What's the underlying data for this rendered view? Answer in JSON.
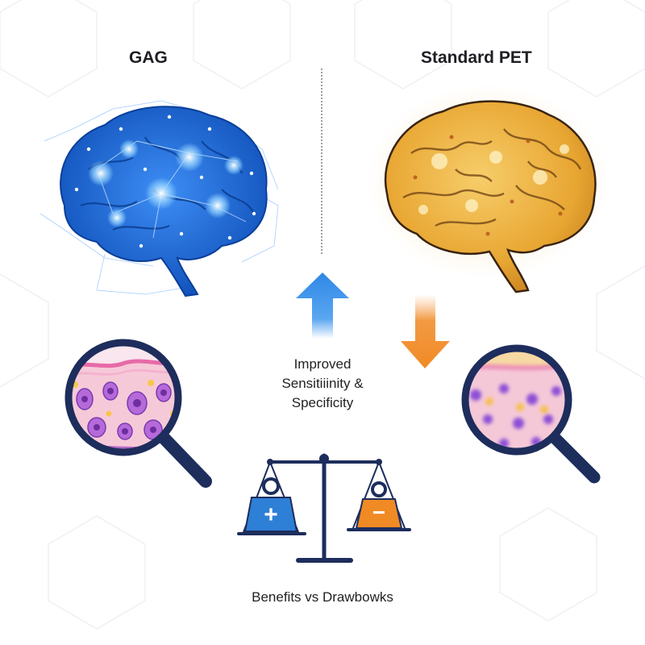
{
  "left_column": {
    "title": "GAG"
  },
  "right_column": {
    "title": "Standard PET"
  },
  "center": {
    "caption_lines": [
      "Improved",
      "Sensitiiinity &",
      "Specificity"
    ]
  },
  "footer": {
    "caption": "Benefits vs Drawbowks"
  },
  "scale": {
    "plus_symbol": "+",
    "minus_symbol": "−"
  },
  "colors": {
    "gag_blue": "#1f6fe0",
    "pet_gold": "#e8a632",
    "arrow_up": "#2e88e6",
    "arrow_down": "#f08a24",
    "magnifier_ring": "#1d2d5c",
    "scale_dark": "#1d2d5c"
  },
  "icons": [
    "brain-network-icon",
    "brain-amber-icon",
    "arrow-up-icon",
    "arrow-down-icon",
    "magnifier-tissue-icon",
    "balance-scale-icon"
  ]
}
